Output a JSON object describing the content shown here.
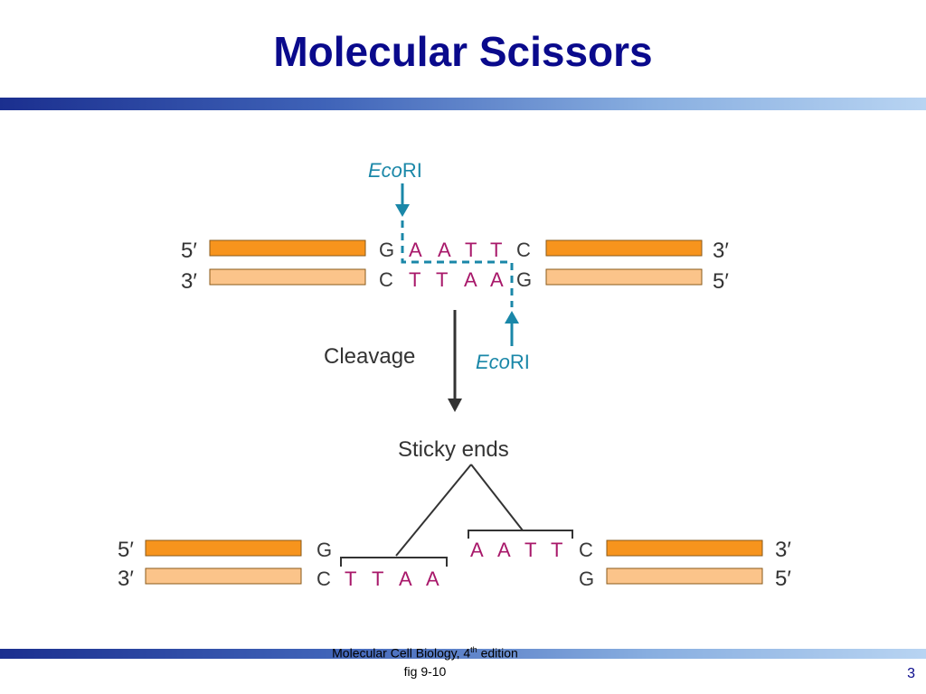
{
  "title": "Molecular Scissors",
  "enzyme": {
    "italic": "Eco",
    "suffix": "RI"
  },
  "labels": {
    "cleavage": "Cleavage",
    "sticky_ends": "Sticky ends"
  },
  "ends": {
    "five": "5′",
    "three": "3′"
  },
  "top_sequence": {
    "strand_top": [
      "G",
      "A",
      "A",
      "T",
      "T",
      "C"
    ],
    "strand_bottom": [
      "C",
      "T",
      "T",
      "A",
      "A",
      "G"
    ]
  },
  "bottom_sequence": {
    "left_top": [
      "G"
    ],
    "left_bottom": [
      "C",
      "T",
      "T",
      "A",
      "A"
    ],
    "right_top": [
      "A",
      "A",
      "T",
      "T",
      "C"
    ],
    "right_bottom": [
      "G"
    ]
  },
  "caption": {
    "line1_pre": "Molecular Cell Biology, 4",
    "line1_sup": "th",
    "line1_post": " edition",
    "line2": "fig 9-10"
  },
  "page_number": "3",
  "colors": {
    "title": "#0a0a8c",
    "strand_dark": "#f7941d",
    "strand_light": "#fbc48a",
    "recognition_site": "#a8186a",
    "enzyme": "#1a87a8"
  }
}
